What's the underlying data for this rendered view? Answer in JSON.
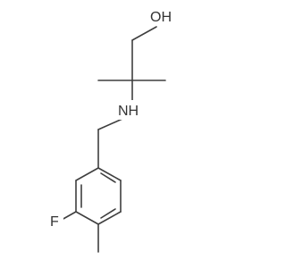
{
  "molecule": {
    "atoms": {
      "oh": "OH",
      "nh": "NH",
      "f": "F"
    },
    "colors": {
      "bond": "#3f3f3f",
      "label": "#333333",
      "background": "#ffffff"
    }
  }
}
